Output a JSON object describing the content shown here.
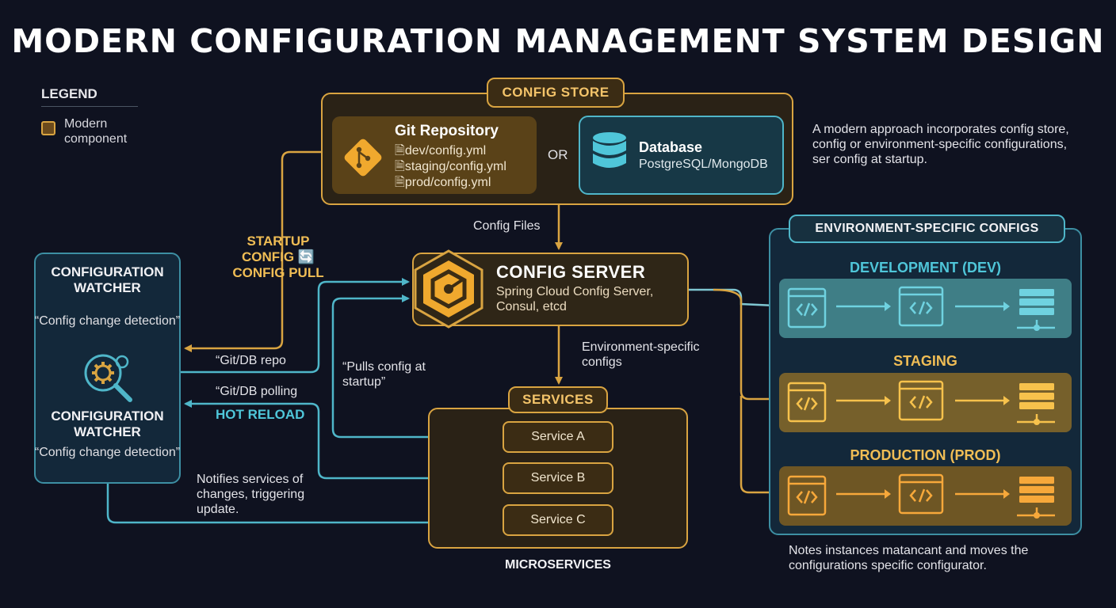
{
  "title": "MODERN CONFIGURATION MANAGEMENT SYSTEM DESIGN",
  "legend": {
    "title": "LEGEND",
    "item": "Modern component"
  },
  "config_store": {
    "label": "CONFIG STORE",
    "git": {
      "title": "Git Repository",
      "files": [
        "dev/config.yml",
        "staging/config.yml",
        "prod/config.yml"
      ]
    },
    "or": "OR",
    "database": {
      "title": "Database",
      "subtitle": "PostgreSQL/MongoDB"
    }
  },
  "store_note": "A modern approach incorporates config store, config or environment-specific configurations, ser config at startup.",
  "config_files_label": "Config Files",
  "startup_label": "STARTUP CONFIG 🔄 CONFIG PULL",
  "config_server": {
    "title": "CONFIG SERVER",
    "subtitle": "Spring Cloud Config Server, Consul, etcd"
  },
  "env_specific_label": "Environment-specific configs",
  "watcher": {
    "title_top": "CONFIGURATION WATCHER",
    "quote_top": "“Config change detection”",
    "title_bottom": "CONFIGURATION WATCHER",
    "quote_bottom": "“Config change detection”"
  },
  "flow_labels": {
    "git_db_repo": "“Git/DB repo",
    "git_db_polling": "“Git/DB polling",
    "hot_reload": "HOT RELOAD",
    "pulls_config": "“Pulls config at startup”",
    "notifies": "Notifies services of changes, triggering update."
  },
  "services": {
    "label": "SERVICES",
    "items": [
      "Service A",
      "Service B",
      "Service C"
    ],
    "footer": "MICROSERVICES"
  },
  "environments": {
    "label": "ENVIRONMENT-SPECIFIC CONFIGS",
    "rows": [
      {
        "name": "DEVELOPMENT (DEV)",
        "color": "#4fb6c9"
      },
      {
        "name": "STAGING",
        "color": "#f0bd55"
      },
      {
        "name": "PRODUCTION (PROD)",
        "color": "#f0bd55"
      }
    ]
  },
  "env_note": "Notes instances matancant and moves the configurations specific configurator."
}
